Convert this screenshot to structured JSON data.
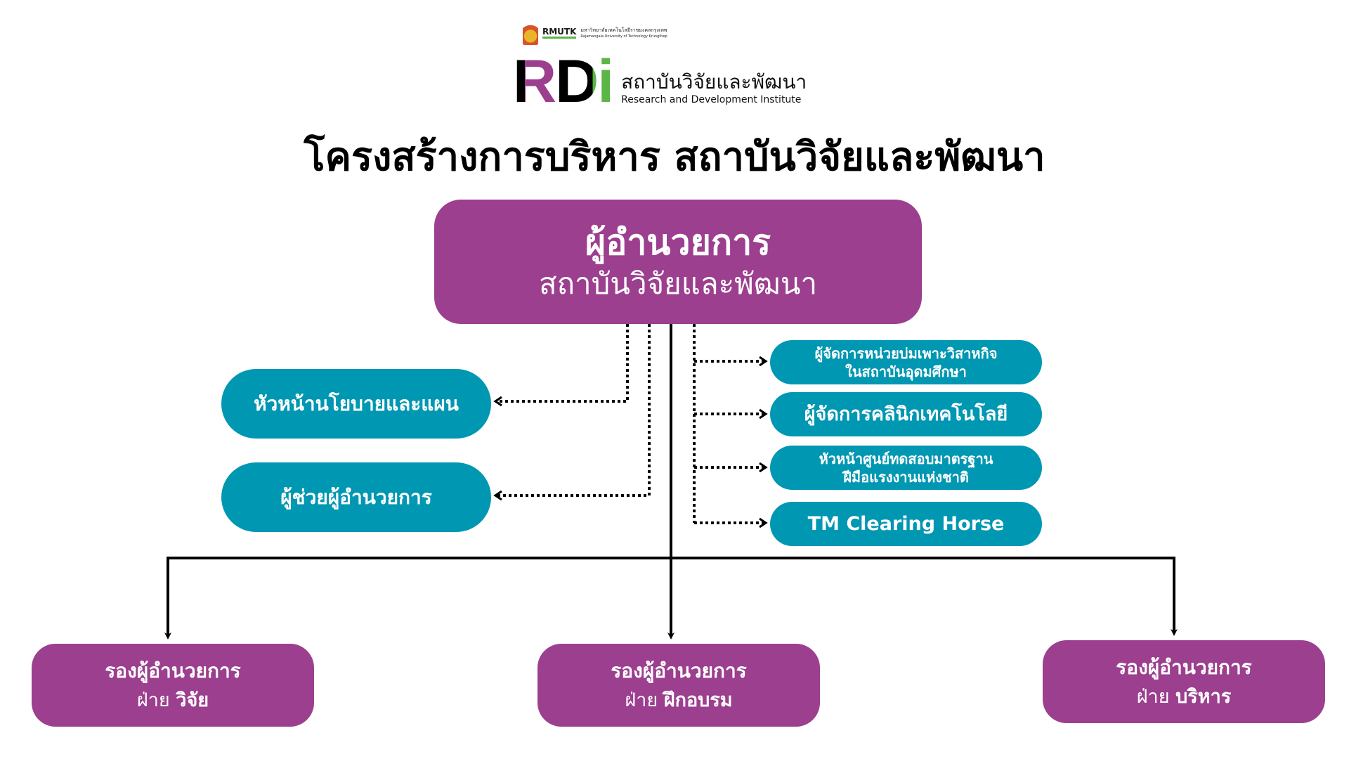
{
  "header": {
    "university_name_th": "มหาวิทยาลัยเทคโนโลยีราชมงคลกรุงเทพ",
    "university_name_en": "Rajamangala University of Technology Krungthep",
    "university_abbr": "RMUTK",
    "institute_logo_text": "RDi",
    "institute_name_th": "สถาบันวิจัยและพัฒนา",
    "institute_name_en": "Research and Development Institute"
  },
  "title": "โครงสร้างการบริหาร สถาบันวิจัยและพัฒนา",
  "director": {
    "title": "ผู้อำนวยการ",
    "subtitle": "สถาบันวิจัยและพัฒนา"
  },
  "left_units": [
    {
      "label": "หัวหน้านโยบายและแผน"
    },
    {
      "label": "ผู้ช่วยผู้อำนวยการ"
    }
  ],
  "right_units": [
    {
      "line1": "ผู้จัดการหน่วยบ่มเพาะวิสาหกิจ",
      "line2": "ในสถาบันอุดมศึกษา"
    },
    {
      "line1": "ผู้จัดการคลินิกเทคโนโลยี"
    },
    {
      "line1": "หัวหน้าศูนย์ทดสอบมาตรฐาน",
      "line2": "ฝีมือแรงงานแห่งชาติ"
    },
    {
      "line1": "TM Clearing Horse"
    }
  ],
  "deputies": [
    {
      "title": "รองผู้อำนวยการ",
      "prefix": "ฝ่าย",
      "division": "วิจัย"
    },
    {
      "title": "รองผู้อำนวยการ",
      "prefix": "ฝ่าย",
      "division": "ฝึกอบรม"
    },
    {
      "title": "รองผู้อำนวยการ",
      "prefix": "ฝ่าย",
      "division": "บริหาร"
    }
  ],
  "colors": {
    "purple": "#9c3f8f",
    "teal": "#0097b2",
    "green": "#5cb646"
  }
}
